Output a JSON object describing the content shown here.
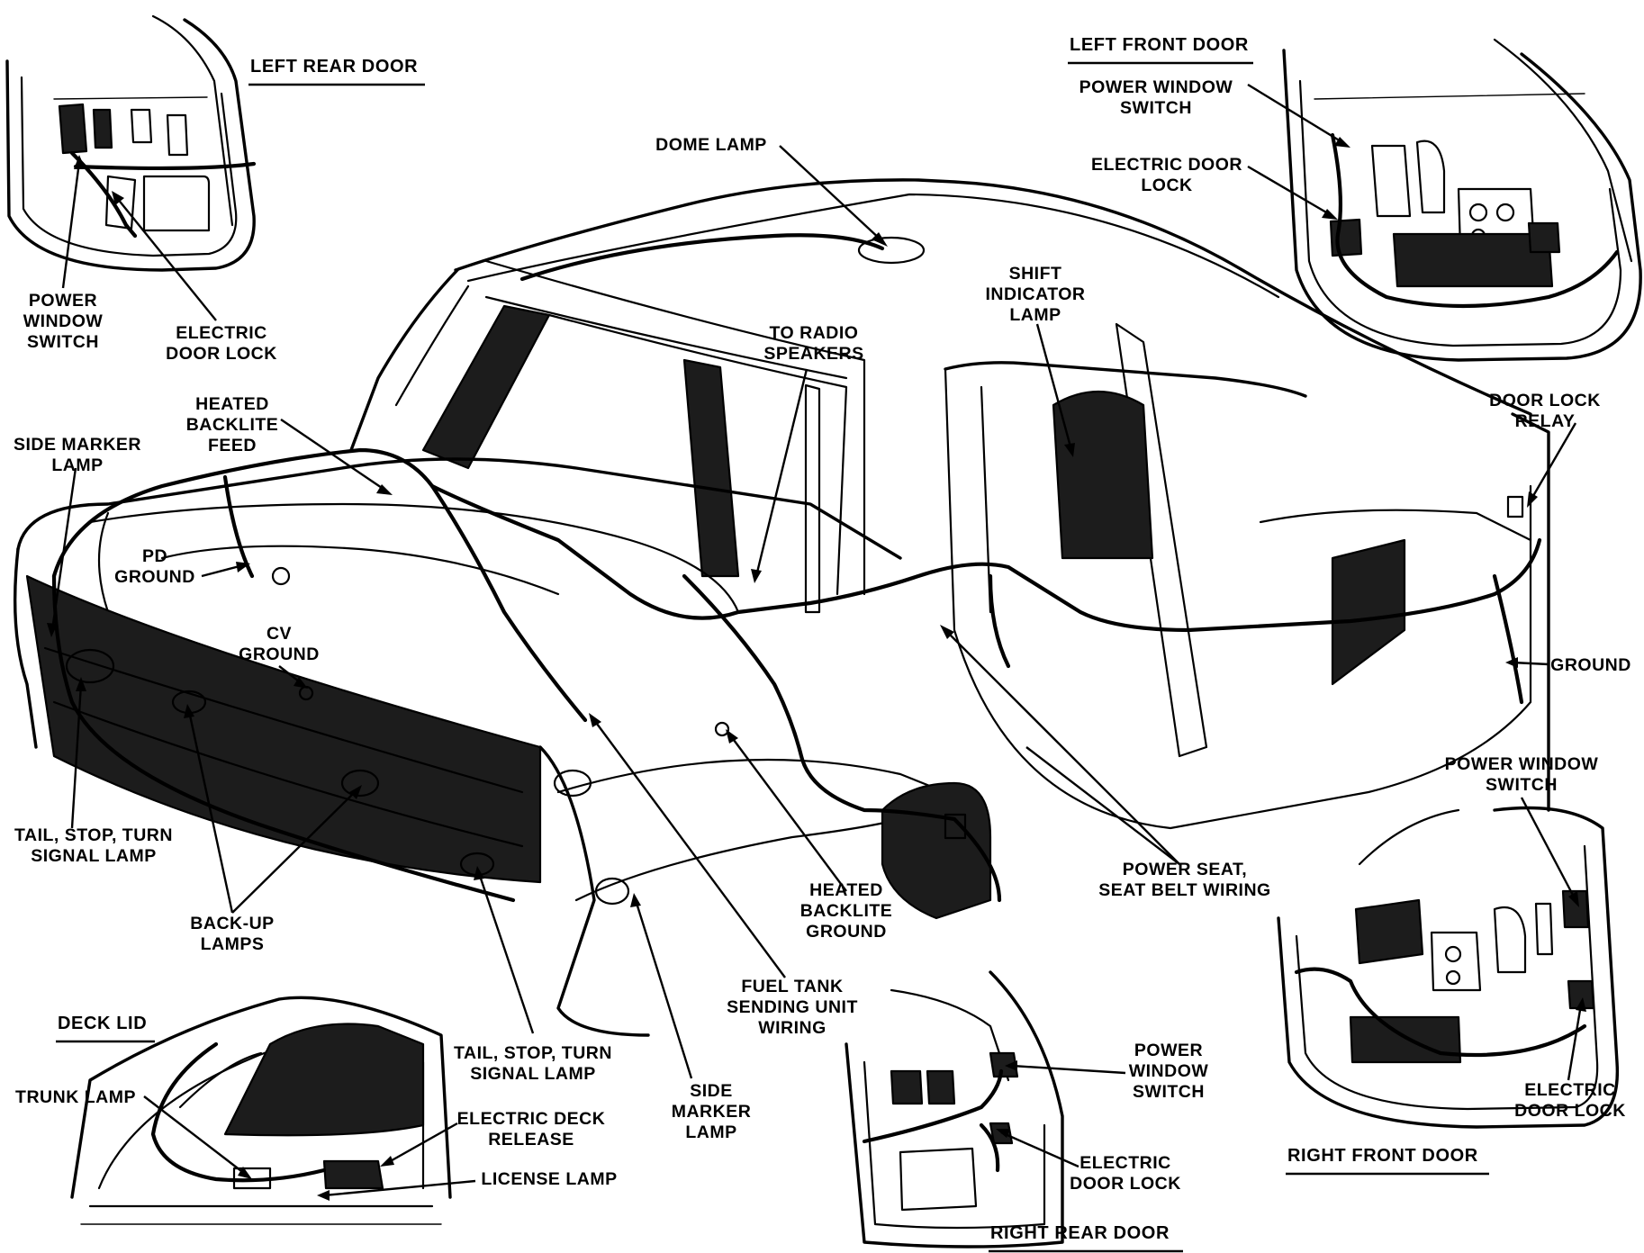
{
  "inset_titles": {
    "left_rear_door": "LEFT REAR DOOR",
    "left_front_door": "LEFT FRONT DOOR",
    "deck_lid": "DECK LID",
    "right_rear_door": "RIGHT REAR DOOR",
    "right_front_door": "RIGHT FRONT DOOR"
  },
  "labels": {
    "lrd_power_window_switch": [
      "POWER",
      "WINDOW",
      "SWITCH"
    ],
    "lrd_electric_door_lock": [
      "ELECTRIC",
      "DOOR LOCK"
    ],
    "dome_lamp": [
      "DOME LAMP"
    ],
    "lfd_power_window_switch": [
      "POWER WINDOW",
      "SWITCH"
    ],
    "lfd_electric_door_lock": [
      "ELECTRIC DOOR",
      "LOCK"
    ],
    "shift_indicator_lamp": [
      "SHIFT",
      "INDICATOR",
      "LAMP"
    ],
    "to_radio_speakers": [
      "TO RADIO",
      "SPEAKERS"
    ],
    "heated_backlite_feed": [
      "HEATED",
      "BACKLITE",
      "FEED"
    ],
    "side_marker_lamp_rear": [
      "SIDE MARKER",
      "LAMP"
    ],
    "door_lock_relay": [
      "DOOR LOCK",
      "RELAY"
    ],
    "pd_ground": [
      "PD",
      "GROUND"
    ],
    "cv_ground": [
      "CV",
      "GROUND"
    ],
    "ground": [
      "GROUND"
    ],
    "power_window_switch_rf": [
      "POWER WINDOW",
      "SWITCH"
    ],
    "tail_stop_turn_left": [
      "TAIL, STOP, TURN",
      "SIGNAL LAMP"
    ],
    "power_seat_belt": [
      "POWER SEAT,",
      "SEAT BELT WIRING"
    ],
    "heated_backlite_ground": [
      "HEATED",
      "BACKLITE",
      "GROUND"
    ],
    "back_up_lamps": [
      "BACK-UP",
      "LAMPS"
    ],
    "fuel_tank_sending": [
      "FUEL TANK",
      "SENDING UNIT",
      "WIRING"
    ],
    "tail_stop_turn_right": [
      "TAIL, STOP, TURN",
      "SIGNAL LAMP"
    ],
    "side_marker_lamp_side": [
      "SIDE",
      "MARKER",
      "LAMP"
    ],
    "trunk_lamp": [
      "TRUNK LAMP"
    ],
    "electric_deck_release": [
      "ELECTRIC DECK",
      "RELEASE"
    ],
    "license_lamp": [
      "LICENSE LAMP"
    ],
    "rrd_power_window_switch": [
      "POWER",
      "WINDOW",
      "SWITCH"
    ],
    "rrd_electric_door_lock": [
      "ELECTRIC",
      "DOOR LOCK"
    ],
    "rfd_electric_door_lock": [
      "ELECTRIC",
      "DOOR LOCK"
    ]
  }
}
